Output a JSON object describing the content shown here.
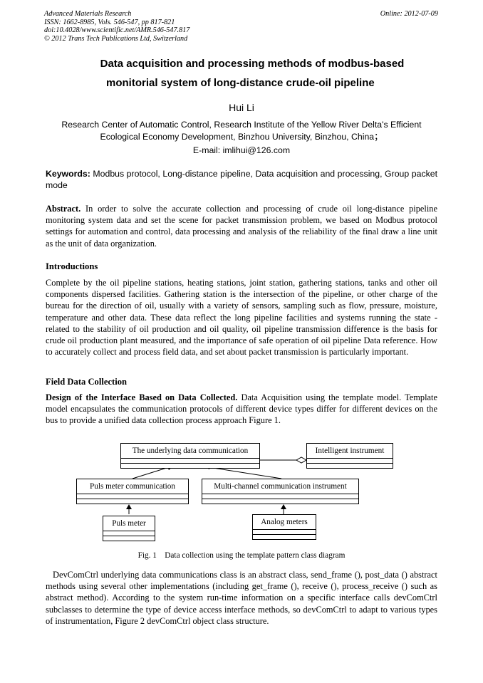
{
  "header": {
    "journal": "Advanced Materials Research",
    "issn": "ISSN: 1662-8985, Vols. 546-547, pp 817-821",
    "doi": "doi:10.4028/www.scientific.net/AMR.546-547.817",
    "copyright": "© 2012 Trans Tech Publications Ltd, Switzerland",
    "online": "Online: 2012-07-09"
  },
  "paper": {
    "title_line1": "Data acquisition and processing methods of modbus-based",
    "title_line2": "monitorial system of long-distance crude-oil pipeline",
    "author": "Hui Li",
    "affiliation": "Research Center of Automatic Control, Research Institute of the Yellow River Delta's Efficient Ecological Economy Development, Binzhou University, Binzhou, China；",
    "email": "E-mail: imlihui@126.com"
  },
  "keywords": {
    "label": "Keywords:",
    "text": " Modbus protocol, Long-distance pipeline, Data acquisition and processing, Group packet mode"
  },
  "abstract": {
    "label": "Abstract.",
    "text": " In order to solve the accurate collection and processing of crude oil long-distance pipeline monitoring system data and set the scene for packet transmission problem, we based on Modbus protocol settings for automation and control, data processing and analysis of the reliability of the final draw a line unit as the unit of data organization."
  },
  "introductions": {
    "heading": "Introductions",
    "text": "Complete by the oil pipeline stations, heating stations, joint station, gathering stations, tanks and other oil components dispersed facilities. Gathering station is the intersection of the pipeline, or other charge of the bureau for the direction of oil, usually with a variety of sensors, sampling such as flow, pressure, moisture, temperature and other data. These data reflect the long pipeline facilities and systems running the state - related to the stability of oil production and oil quality, oil pipeline transmission difference is the basis for crude oil production plant measured, and the importance of safe operation of oil pipeline Data reference. How to accurately collect and process field data, and set about packet transmission is particularly important."
  },
  "field": {
    "heading": "Field Data Collection",
    "subheading": "Design of the Interface Based on Data Collected.",
    "text": " Data Acquisition using the template model. Template model encapsulates the communication protocols of different device types differ for different devices on the bus to provide a unified data collection process approach Figure 1."
  },
  "figure": {
    "classes": {
      "base": "The underlying data communication",
      "intelligent": "Intelligent instrument",
      "puls_comm": "Puls meter communication",
      "multi": "Multi-channel communication instrument",
      "puls": "Puls meter",
      "analog": "Analog meters"
    },
    "caption": "Fig. 1    Data collection using the template pattern class diagram"
  },
  "body2": {
    "text": "DevComCtrl underlying data communications class is an abstract class, send_frame (), post_data () abstract methods using several other implementations (including get_frame (), receive (), process_receive () such as abstract method). According to the system run-time information on a specific interface calls devComCtrl subclasses to determine the type of device access interface methods, so devComCtrl to adapt to various types of instrumentation, Figure 2 devComCtrl object class structure."
  }
}
